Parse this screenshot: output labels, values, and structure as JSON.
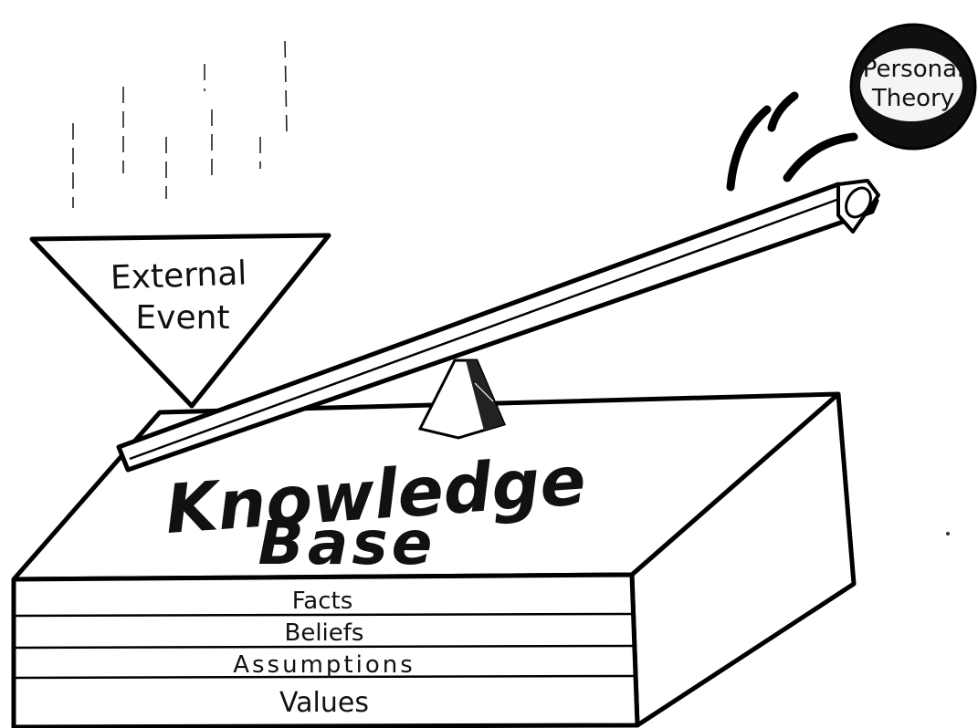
{
  "external_event": {
    "line1": "External",
    "line2": "Event"
  },
  "personal_theory": {
    "line1": "Personal",
    "line2": "Theory"
  },
  "knowledge_base": {
    "line1": "Knowledge",
    "line2": "Base",
    "layers": [
      "Facts",
      "Beliefs",
      "Assumptions",
      "Values"
    ]
  }
}
